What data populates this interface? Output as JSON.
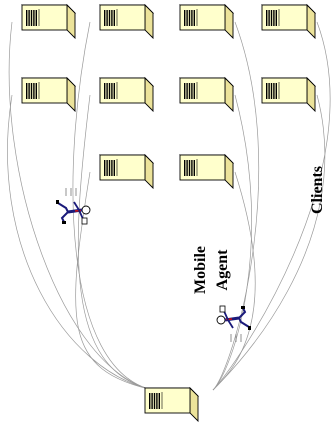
{
  "labels": {
    "clients": "Clients",
    "agent_line1": "Mobile",
    "agent_line2": "Agent"
  },
  "colors": {
    "box_face": "#ffffcc",
    "box_top": "#fbf3b8",
    "box_side": "#ece39a",
    "stroke": "#000000",
    "link_line": "#9a9a9a",
    "agent_body": "#1a1a7a",
    "agent_tie": "#d01010"
  },
  "icons": {
    "client": "computer-box-icon",
    "server": "server-box-icon",
    "agent": "running-agent-icon"
  }
}
